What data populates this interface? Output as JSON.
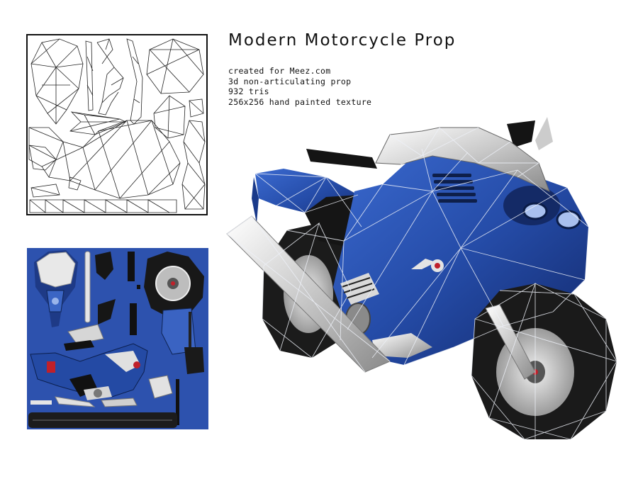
{
  "title": "Modern Motorcycle Prop",
  "details": [
    "created for Meez.com",
    "3d non-articulating prop",
    "932 tris",
    "256x256 hand painted texture"
  ],
  "colors": {
    "body_blue": "#2a4ea8",
    "dark_blue": "#17306e",
    "tire_black": "#1a1a1a",
    "chrome": "#d8d8d8",
    "wire_line": "#e9ecf5",
    "accent_red": "#c0202a"
  },
  "icons": {
    "wireframe": "uv-wireframe-layout",
    "texture": "uv-texture-map",
    "render": "motorcycle-3d-render"
  }
}
